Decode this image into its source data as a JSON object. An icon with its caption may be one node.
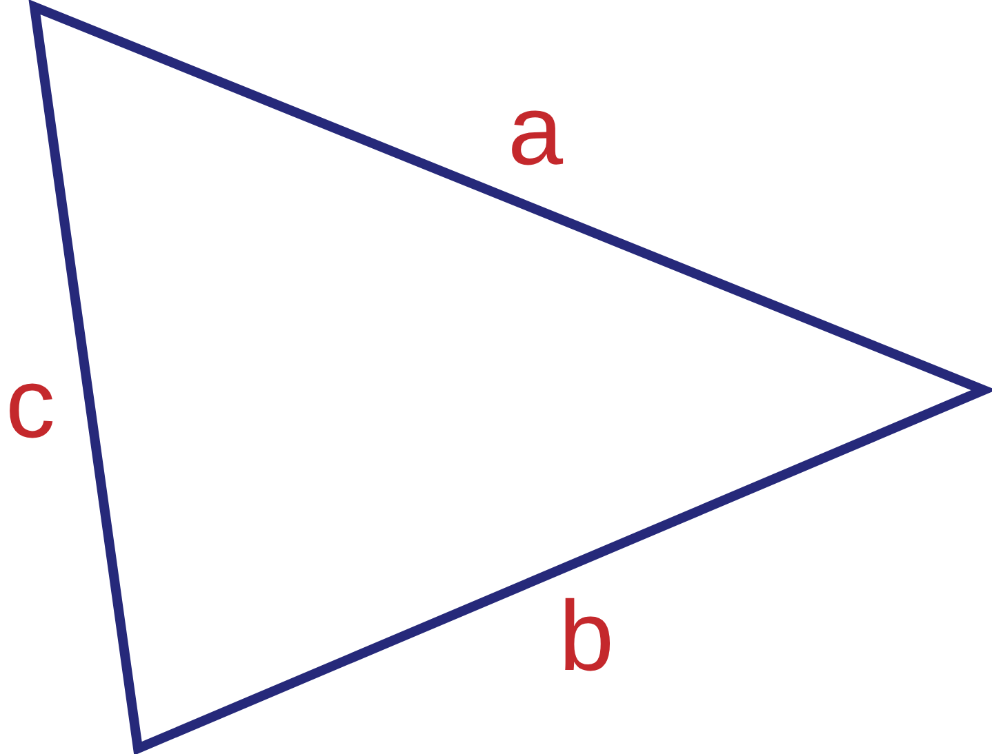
{
  "diagram": {
    "labels": [
      "a",
      "c",
      "b"
    ]
  }
}
